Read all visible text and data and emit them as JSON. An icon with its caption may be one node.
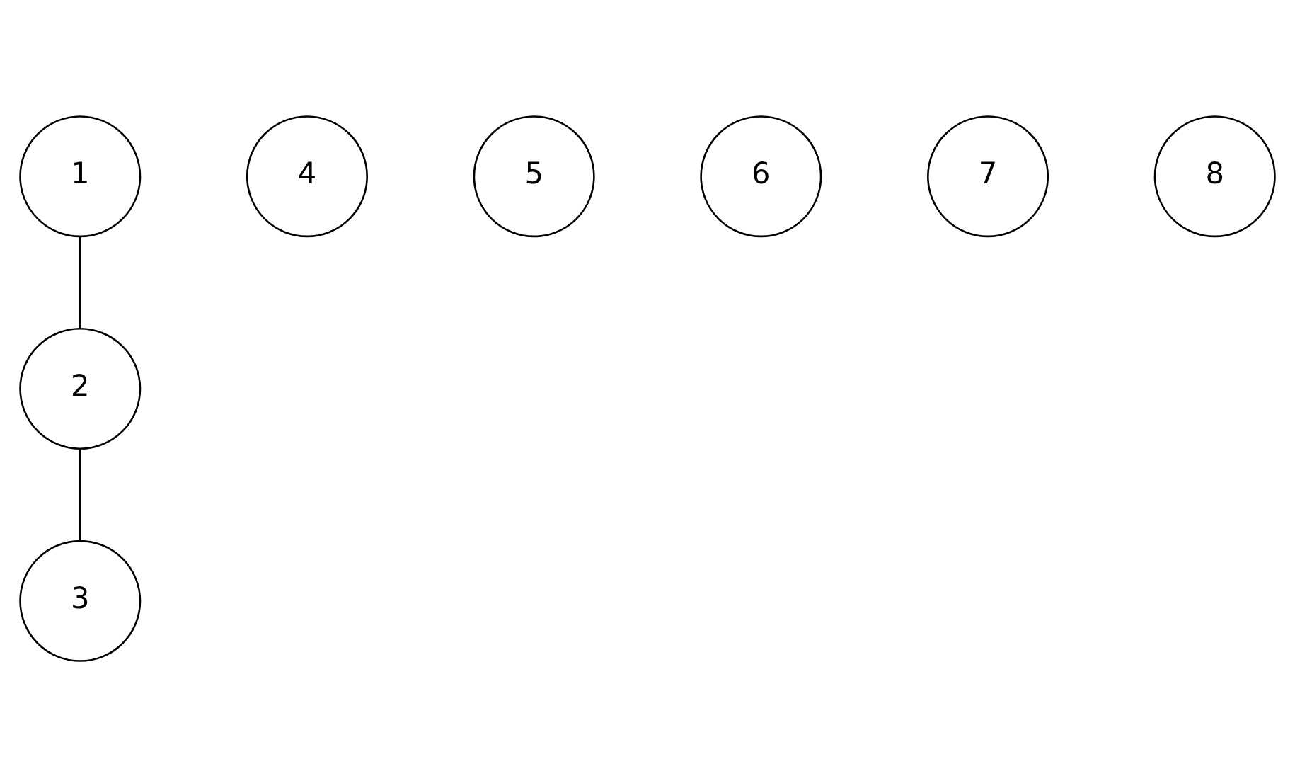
{
  "diagram": {
    "nodes": [
      {
        "text": [
          "1"
        ]
      },
      {
        "text": [
          "2"
        ]
      },
      {
        "text": [
          "3"
        ]
      },
      {
        "text": [
          "4"
        ]
      },
      {
        "text": [
          "5"
        ]
      },
      {
        "text": [
          "6"
        ]
      },
      {
        "text": [
          "7"
        ]
      },
      {
        "text": [
          "8"
        ]
      }
    ],
    "edges": [
      {
        "from": 0,
        "to": 1,
        "arrow": "none"
      },
      {
        "from": 1,
        "to": 2,
        "arrow": "none"
      }
    ]
  }
}
